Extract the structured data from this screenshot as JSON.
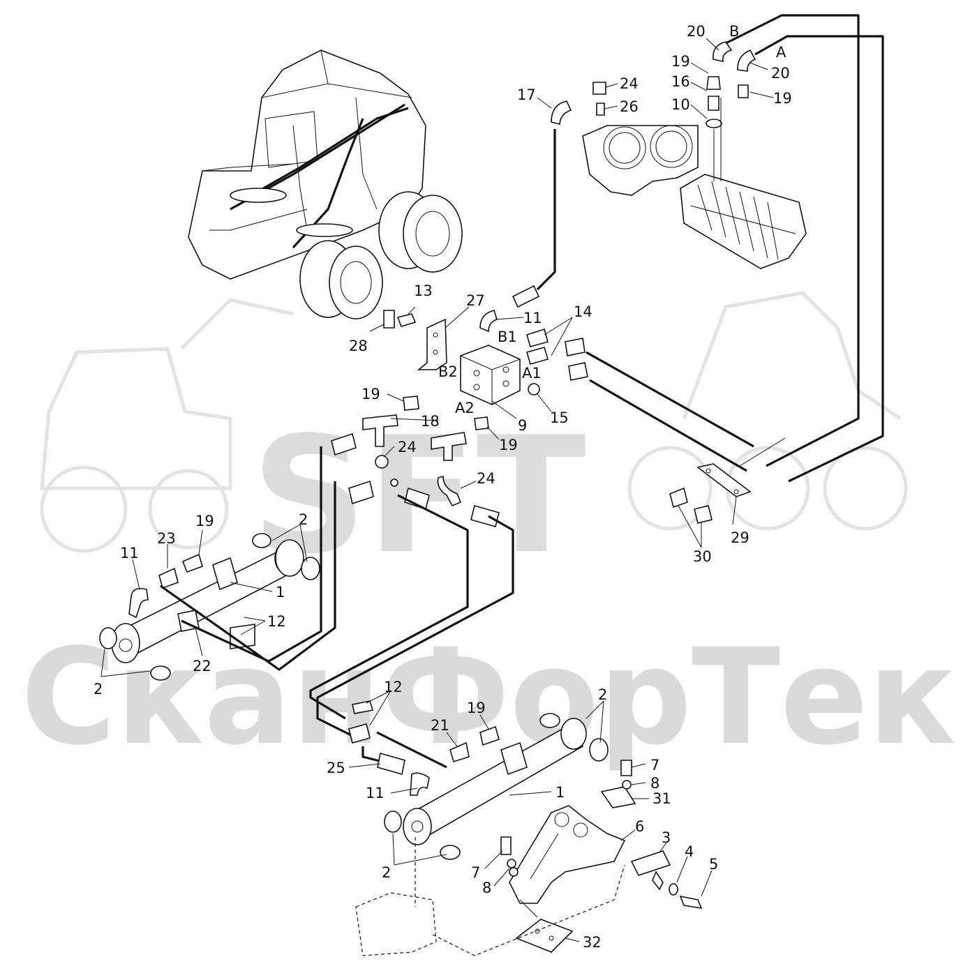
{
  "watermark": {
    "logo": "SFT",
    "company": "СканФорТек"
  },
  "ports": {
    "A": "A",
    "B": "B",
    "A1": "A1",
    "A2": "A2",
    "B1": "B1",
    "B2": "B2"
  },
  "callouts": {
    "c20a": "20",
    "c20b": "20",
    "c19a": "19",
    "c19b": "19",
    "c16": "16",
    "c10": "10",
    "c17": "17",
    "c24a": "24",
    "c26": "26",
    "c13": "13",
    "c27": "27",
    "c28": "28",
    "c11a": "11",
    "c14": "14",
    "c15": "15",
    "c9": "9",
    "c19c": "19",
    "c18": "18",
    "c19d": "19",
    "c24b": "24",
    "c24c": "24",
    "c29": "29",
    "c30": "30",
    "c19e": "19",
    "c23": "23",
    "c2a": "2",
    "c11b": "11",
    "c1a": "1",
    "c12a": "12",
    "c22": "22",
    "c2b": "2",
    "c12b": "12",
    "c2c": "2",
    "c19f": "19",
    "c21": "21",
    "c25": "25",
    "c11c": "11",
    "c1b": "1",
    "c7a": "7",
    "c8a": "8",
    "c31": "31",
    "c6": "6",
    "c3": "3",
    "c4": "4",
    "c5": "5",
    "c2d": "2",
    "c7b": "7",
    "c8b": "8",
    "c32": "32"
  }
}
